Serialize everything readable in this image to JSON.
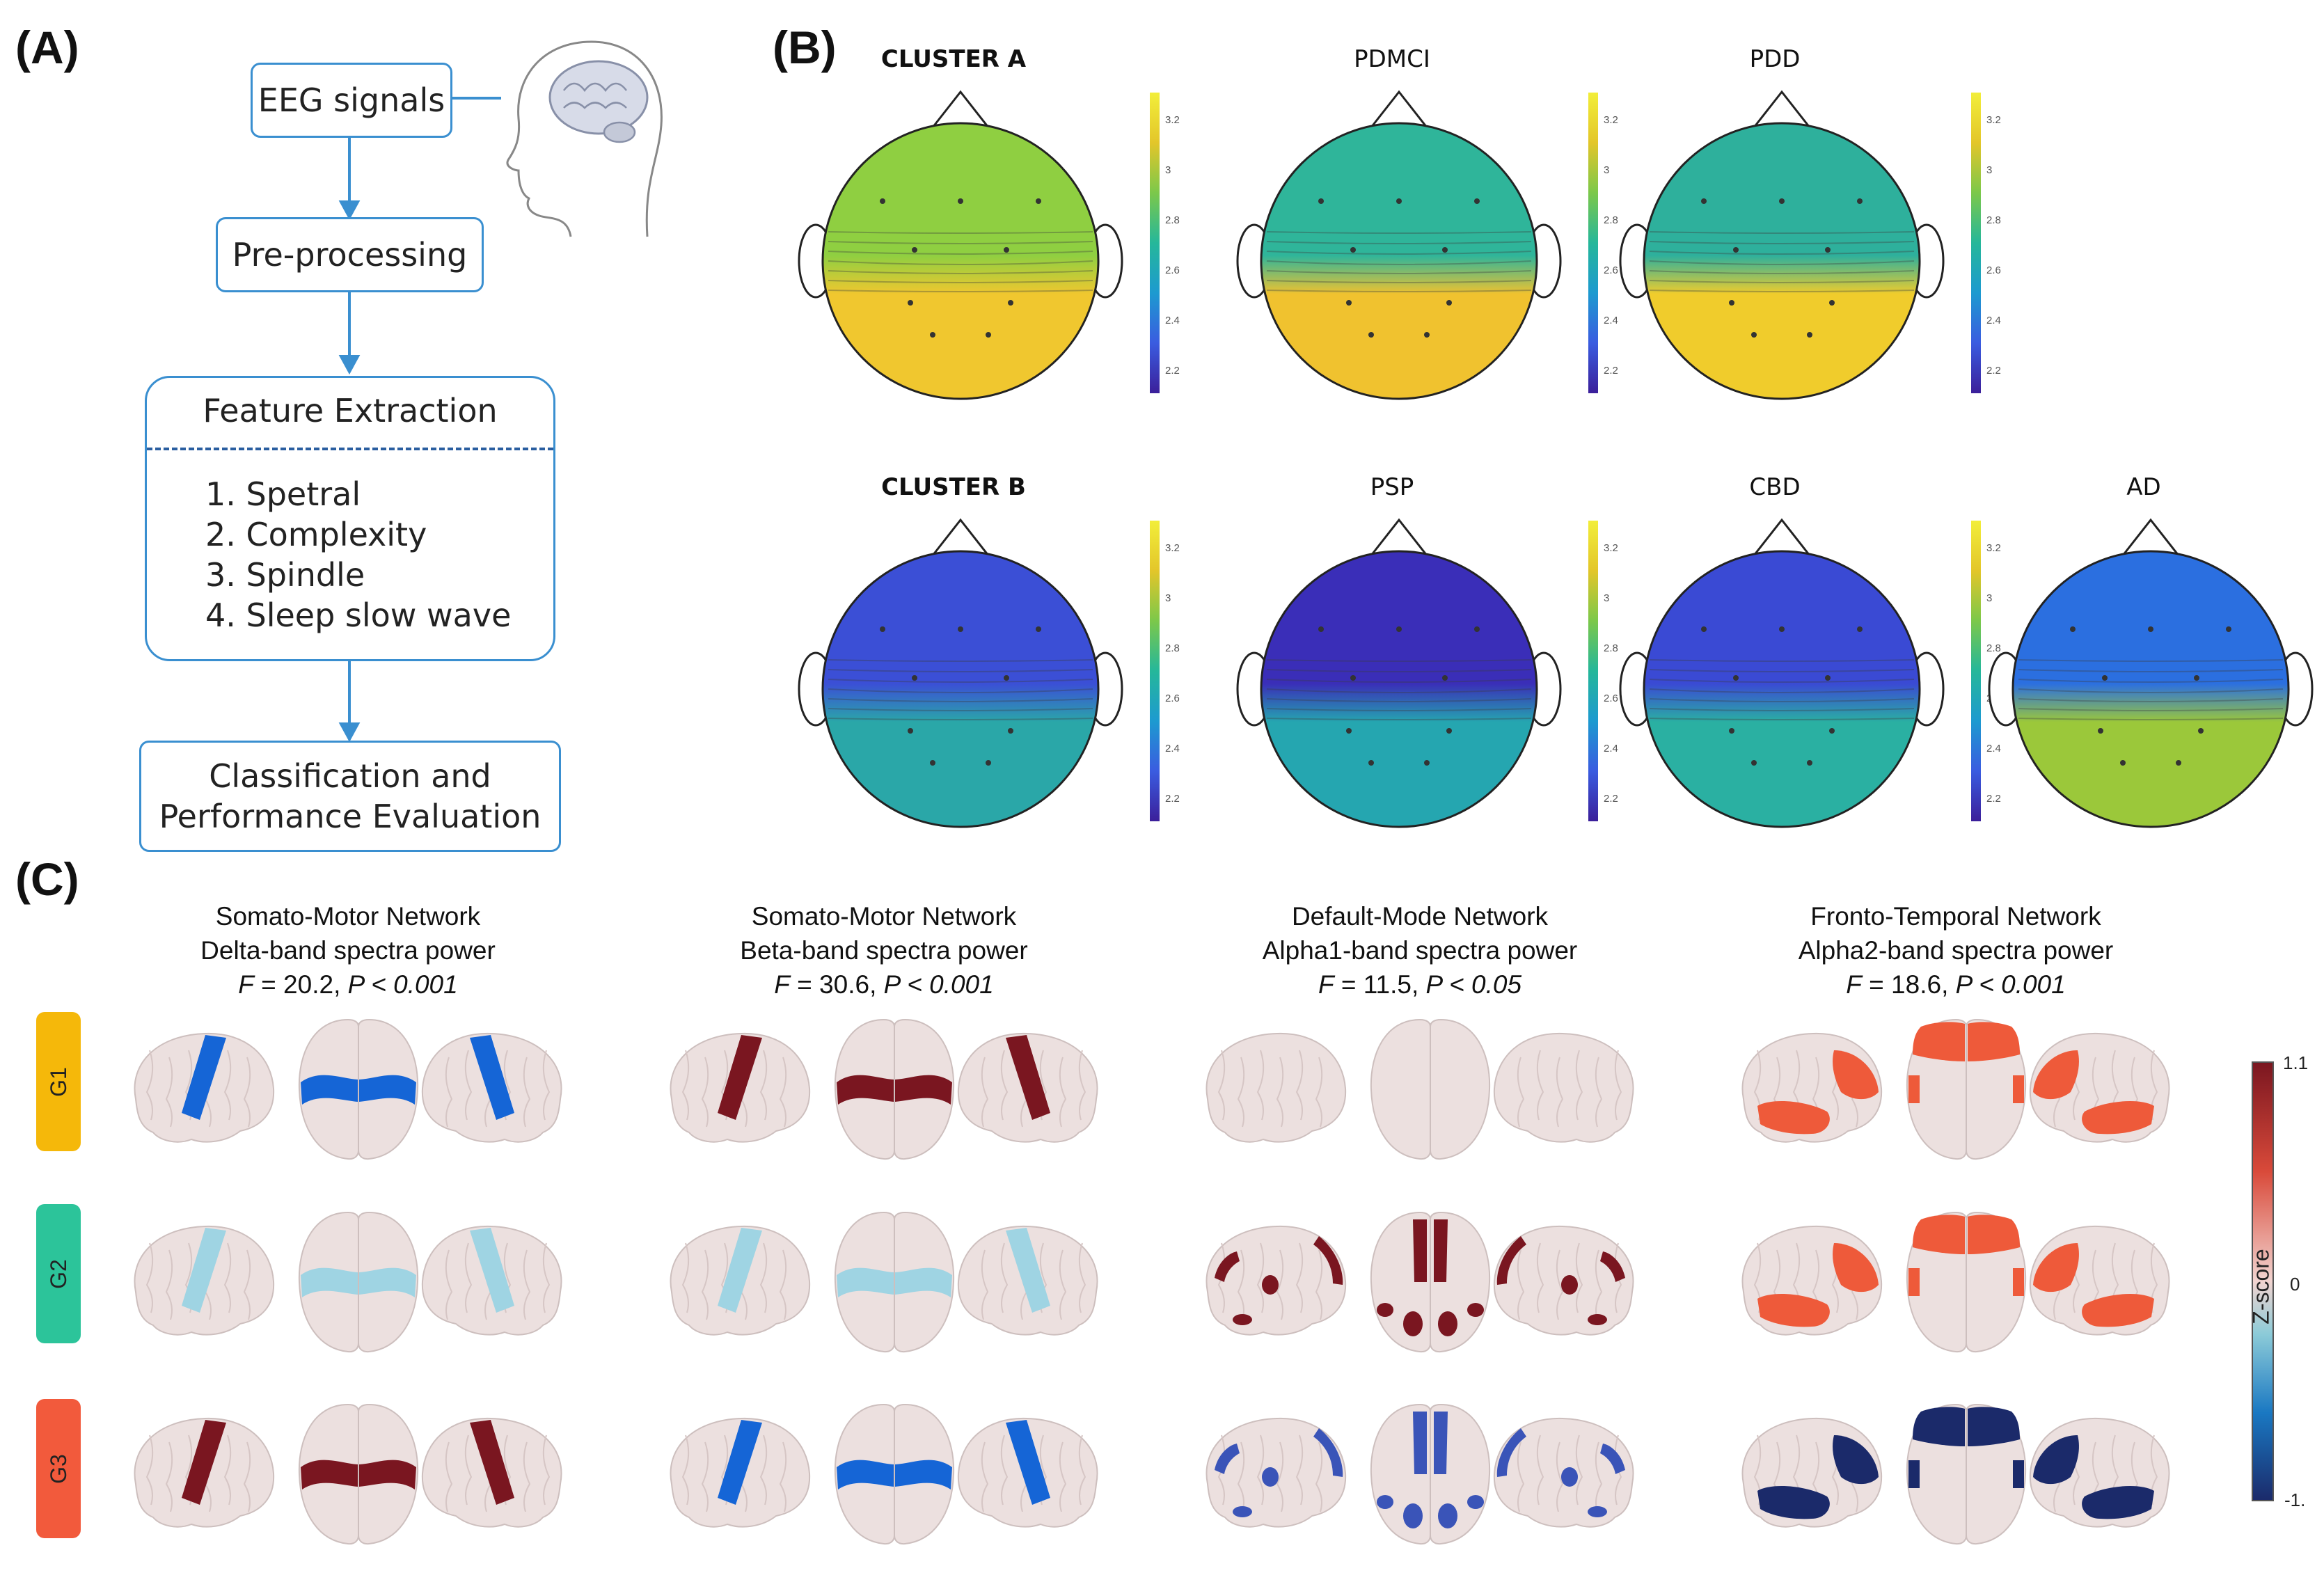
{
  "panels": {
    "a": "(A)",
    "b": "(B)",
    "c": "(C)"
  },
  "flow": {
    "eeg": "EEG signals",
    "pre": "Pre-processing",
    "feature_title": "Feature Extraction",
    "features": [
      "1. Spetral",
      "2. Complexity",
      "3. Spindle",
      "4. Sleep slow wave"
    ],
    "classify_line1": "Classification and",
    "classify_line2": "Performance Evaluation",
    "head_icon": "head-with-brain-icon"
  },
  "topomaps": {
    "colorbar_ticks": [
      "3.2",
      "3",
      "2.8",
      "2.6",
      "2.4",
      "2.2"
    ],
    "colorscale": [
      "#3b1f9a",
      "#3a5ce0",
      "#1d9ad0",
      "#25b79a",
      "#7cc84a",
      "#e3c62a",
      "#f2ee3a"
    ],
    "row1": [
      {
        "label": "CLUSTER A",
        "bold": true,
        "top": "#8fcf41",
        "bottom": "#f0c72f"
      },
      {
        "label": "PDMCI",
        "bold": false,
        "top": "#2fb59a",
        "bottom": "#f0c22f"
      },
      {
        "label": "PDD",
        "bold": false,
        "top": "#2eb09c",
        "bottom": "#f0cc2c"
      }
    ],
    "row2": [
      {
        "label": "CLUSTER B",
        "bold": true,
        "top": "#3b4fd6",
        "bottom": "#2aa7a8"
      },
      {
        "label": "PSP",
        "bold": false,
        "top": "#3a2eb8",
        "bottom": "#25a6b0"
      },
      {
        "label": "CBD",
        "bold": false,
        "top": "#3a4ad4",
        "bottom": "#2ab0a2"
      },
      {
        "label": "AD",
        "bold": false,
        "top": "#2b6fe0",
        "bottom": "#9bc83a"
      }
    ]
  },
  "networks": [
    {
      "line1": "Somato-Motor Network",
      "line2": "Delta-band spectra power",
      "f": "F",
      "fval": " = 20.2, ",
      "p": "P < 0.001"
    },
    {
      "line1": "Somato-Motor Network",
      "line2": "Beta-band spectra power",
      "f": "F",
      "fval": " = 30.6, ",
      "p": "P < 0.001"
    },
    {
      "line1": "Default-Mode Network",
      "line2": "Alpha1-band spectra power",
      "f": "F",
      "fval": " = 11.5, ",
      "p": "P < 0.05"
    },
    {
      "line1": "Fronto-Temporal Network",
      "line2": "Alpha2-band spectra power",
      "f": "F",
      "fval": " = 18.6, ",
      "p": "P < 0.001"
    }
  ],
  "groups": [
    {
      "label": "G1",
      "color": "#f5b80a"
    },
    {
      "label": "G2",
      "color": "#2cc49a"
    },
    {
      "label": "G3",
      "color": "#f25a3c"
    }
  ],
  "brain_colors": {
    "dark_red": "#7a1620",
    "blue": "#1565d6",
    "light_blue": "#9fd4e3",
    "orange": "#ee5a3a",
    "navy": "#1b2a6a",
    "medium_blue": "#3a54b8",
    "brain": "#ece0df"
  },
  "brain_fill": [
    [
      "blue",
      "dark_red",
      "none",
      "orange"
    ],
    [
      "light_blue",
      "light_blue",
      "dark_red",
      "orange"
    ],
    [
      "dark_red",
      "blue",
      "medium_blue",
      "navy"
    ]
  ],
  "zscale": {
    "max": "1.1",
    "mid": "0",
    "min": "-1.",
    "title": "Z-score",
    "colors": [
      "#7a1620",
      "#d94a3a",
      "#f2d4d0",
      "#8ccbd8",
      "#1a78c2",
      "#1b2a6a"
    ]
  }
}
